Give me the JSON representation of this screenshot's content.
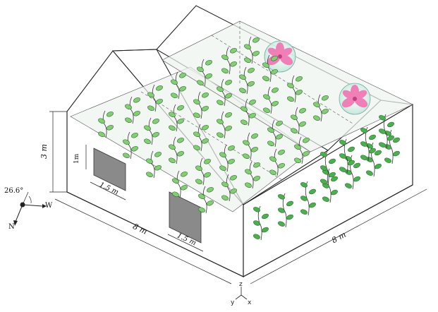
{
  "dimensions": {
    "height": "3 m",
    "length_front": "8 m",
    "length_side": "8 m",
    "window1_width": "1.5 m",
    "window2_width": "1.5 m",
    "window_height": "1m"
  },
  "compass": {
    "angle": "26.6°",
    "west": "W",
    "north": "N"
  },
  "axes": {
    "z": "z",
    "y": "y",
    "x": "x"
  },
  "colors": {
    "plant_leaf": "#7fd06f",
    "plant_leaf_dark": "#46b24a",
    "fan_blade": "#f07fb8",
    "fan_globe": "#cfeee4",
    "window": "#8a8a8a",
    "shade_net": "#eef3ee"
  },
  "icons": [
    "pink-fan-icon",
    "pink-fan-icon",
    "compass-icon",
    "plant-icon"
  ]
}
